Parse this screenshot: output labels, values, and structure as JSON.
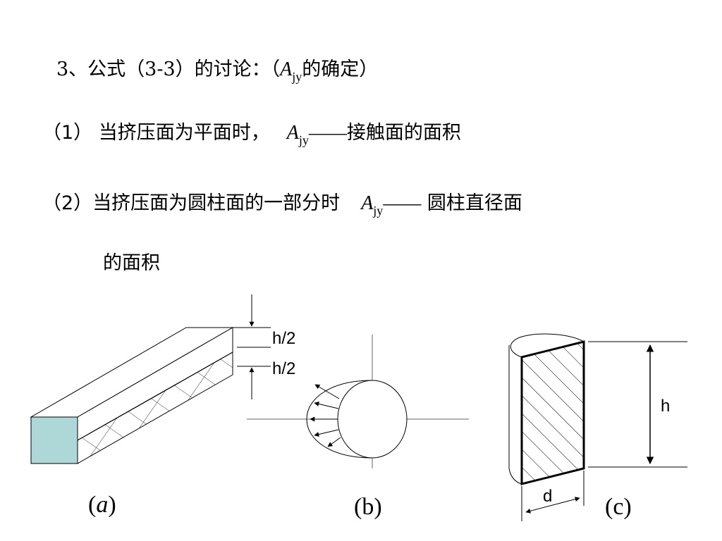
{
  "heading": {
    "prefix": "3、公式（3-3）的讨论：（",
    "var": "A",
    "sub": "jy",
    "suffix": "的确定）"
  },
  "item1": {
    "num": "（1）",
    "text": " 当挤压面为平面时，",
    "var": "A",
    "sub": "jy",
    "dash": "——",
    "rest": "接触面的面积"
  },
  "item2": {
    "num": "（2）",
    "text": "当挤压面为圆柱面的一部分时",
    "var": "A",
    "sub": "jy",
    "dash": "——",
    "rest": " 圆柱直径面",
    "cont": "的面积"
  },
  "figures": {
    "a": {
      "h_top": "h/2",
      "h_bottom": "h/2",
      "caption_open": "(",
      "caption_var": "a",
      "caption_close": ")",
      "face_color": "#aed8d8"
    },
    "b": {
      "caption": "(b)"
    },
    "c": {
      "h": "h",
      "d": "d",
      "caption": "(c)"
    }
  }
}
